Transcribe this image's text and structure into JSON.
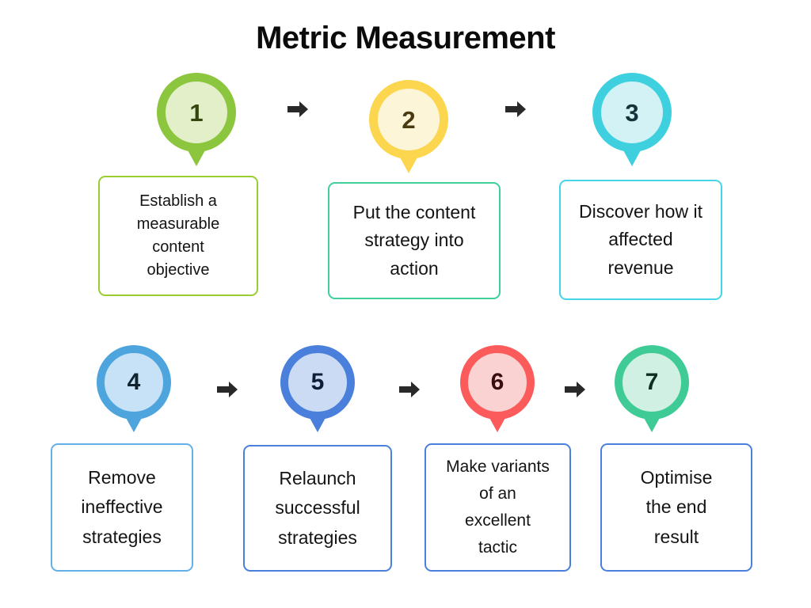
{
  "page": {
    "title": "Metric Measurement",
    "background": "#ffffff",
    "arrow_color": "#292929",
    "arrow_icon": "arrow-right-icon"
  },
  "diagram": {
    "type": "numbered-step-flow",
    "rows": [
      {
        "id": "row-1",
        "step_numbers": [
          1,
          2,
          3
        ]
      },
      {
        "id": "row-2",
        "step_numbers": [
          4,
          5,
          6,
          7
        ]
      }
    ],
    "steps": [
      {
        "number": "1",
        "text": "Establish a\nmeasurable\ncontent\nobjective",
        "ring_color": "#8CC63E",
        "fill_color": "#E3EFC9",
        "number_color": "#33460E",
        "card_border_color": "#9ACD32",
        "card_font_size": "20px"
      },
      {
        "number": "2",
        "text": "Put the content\nstrategy into\naction",
        "ring_color": "#FBD64E",
        "fill_color": "#FDF5D8",
        "number_color": "#4A3A10",
        "card_border_color": "#3ECF9A",
        "card_font_size": "23px"
      },
      {
        "number": "3",
        "text": "Discover how it\naffected\nrevenue",
        "ring_color": "#3FD0E0",
        "fill_color": "#D2F2F6",
        "number_color": "#16323A",
        "card_border_color": "#46D5E8",
        "card_font_size": "23px"
      },
      {
        "number": "4",
        "text": "Remove\nineffective\nstrategies",
        "ring_color": "#4EA5DE",
        "fill_color": "#C7E2F6",
        "number_color": "#10232F",
        "card_border_color": "#63B0E8",
        "card_font_size": "23px"
      },
      {
        "number": "5",
        "text": "Relaunch\nsuccessful\nstrategies",
        "ring_color": "#4A80DC",
        "fill_color": "#CBDBF4",
        "number_color": "#101C38",
        "card_border_color": "#4A80DC",
        "card_font_size": "23px"
      },
      {
        "number": "6",
        "text": "Make variants\nof an\nexcellent\ntactic",
        "ring_color": "#FB5B5B",
        "fill_color": "#FBD2D2",
        "number_color": "#3A0C0C",
        "card_border_color": "#4A80DC",
        "card_font_size": "21px"
      },
      {
        "number": "7",
        "text": "Optimise\nthe end\nresult",
        "ring_color": "#3FCB96",
        "fill_color": "#CFF0E2",
        "number_color": "#0E2E21",
        "card_border_color": "#4A80DC",
        "card_font_size": "23px"
      }
    ]
  }
}
